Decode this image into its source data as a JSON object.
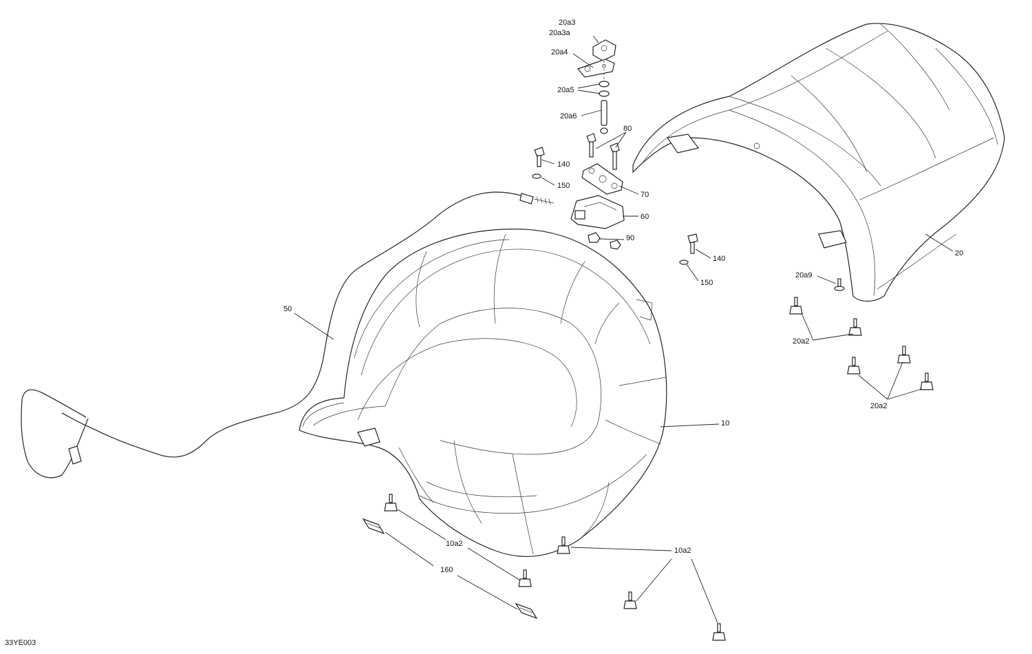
{
  "drawing_code": "33YE003",
  "callouts": {
    "c_20a3": "20a3",
    "c_20a3a": "20a3a",
    "c_20a4": "20a4",
    "c_20a5": "20a5",
    "c_20a6": "20a6",
    "c_80": "80",
    "c_140a": "140",
    "c_150a": "150",
    "c_70": "70",
    "c_60": "60",
    "c_90": "90",
    "c_140b": "140",
    "c_150b": "150",
    "c_20": "20",
    "c_20a9": "20a9",
    "c_20a2a": "20a2",
    "c_20a2b": "20a2",
    "c_50": "50",
    "c_10": "10",
    "c_10a2a": "10a2",
    "c_10a2b": "10a2",
    "c_160": "160"
  }
}
